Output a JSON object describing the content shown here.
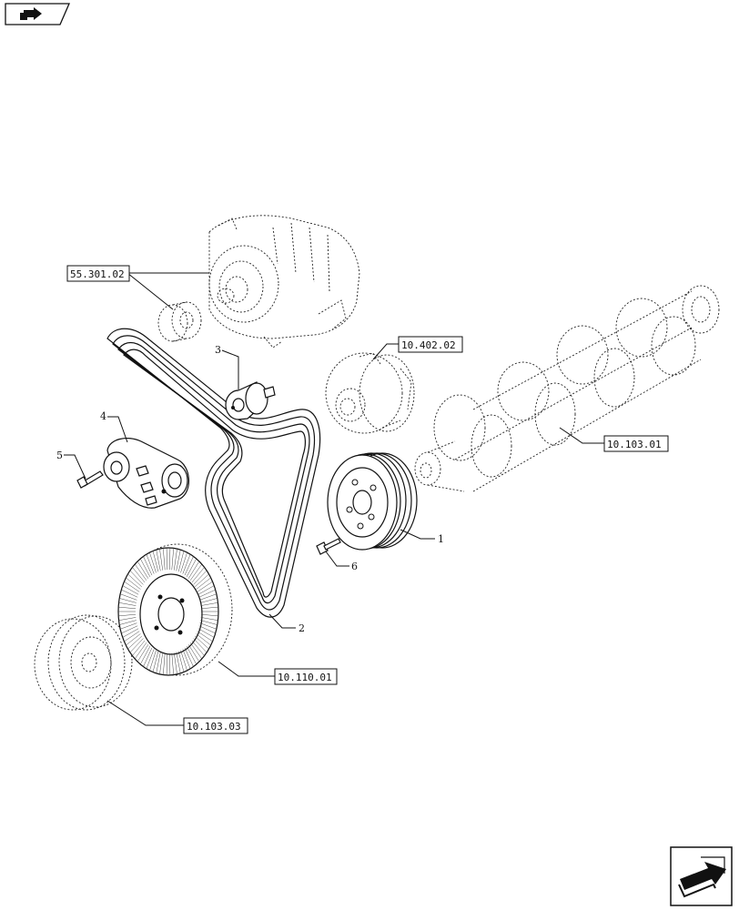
{
  "references": [
    {
      "id": "ref-55-301-02",
      "text": "55.301.02"
    },
    {
      "id": "ref-10-402-02",
      "text": "10.402.02"
    },
    {
      "id": "ref-10-103-01",
      "text": "10.103.01"
    },
    {
      "id": "ref-10-110-01",
      "text": "10.110.01"
    },
    {
      "id": "ref-10-103-03",
      "text": "10.103.03"
    }
  ],
  "callouts": [
    {
      "id": "callout-1",
      "text": "1"
    },
    {
      "id": "callout-2",
      "text": "2"
    },
    {
      "id": "callout-3",
      "text": "3"
    },
    {
      "id": "callout-4",
      "text": "4"
    },
    {
      "id": "callout-5",
      "text": "5"
    },
    {
      "id": "callout-6",
      "text": "6"
    }
  ],
  "icons": {
    "top_left": "back-to-index-icon",
    "bottom_right": "next-page-arrow-icon"
  }
}
